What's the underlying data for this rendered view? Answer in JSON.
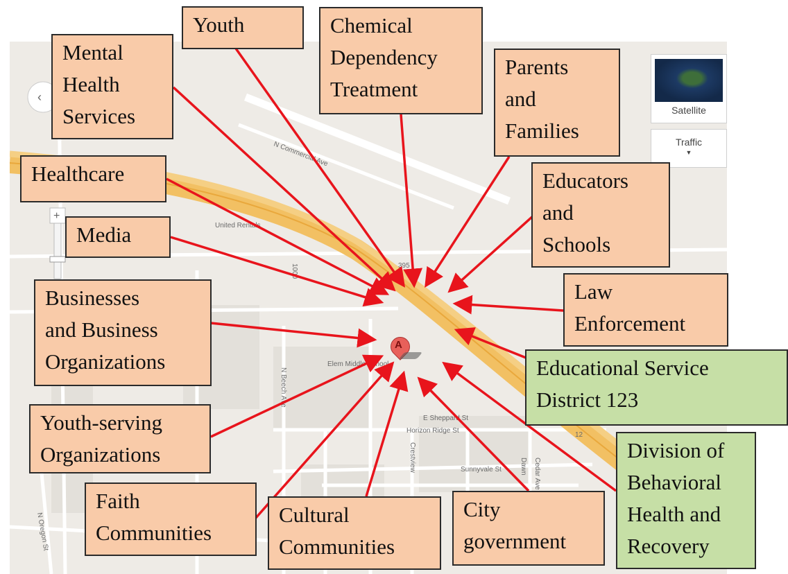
{
  "stakeholders": [
    {
      "label": "Youth"
    },
    {
      "label": "Mental\nHealth\nServices"
    },
    {
      "label": "Chemical\nDependency\nTreatment"
    },
    {
      "label": "Parents\nand\nFamilies"
    },
    {
      "label": "Healthcare"
    },
    {
      "label": "Educators\nand\nSchools"
    },
    {
      "label": "Media"
    },
    {
      "label": "Businesses\nand Business\nOrganizations"
    },
    {
      "label": "Law\nEnforcement"
    },
    {
      "label": "Educational Service\nDistrict 123"
    },
    {
      "label": "Youth-serving\nOrganizations"
    },
    {
      "label": "Division of\nBehavioral\nHealth and\nRecovery"
    },
    {
      "label": "Faith\nCommunities"
    },
    {
      "label": "Cultural\nCommunities"
    },
    {
      "label": "City\ngovernment"
    }
  ],
  "map": {
    "satellite_label": "Satellite",
    "traffic_label": "Traffic",
    "marker_letter": "A",
    "street_labels": [
      "N Commercial Ave",
      "N Beech Ave",
      "E Sheppard St",
      "Horizon Ridge St",
      "Sunnyvale St",
      "Crestview",
      "Cedar Ave",
      "Dawn",
      "N Oregon St",
      "United Rentals",
      "Elem Middle School",
      "12",
      "395",
      "1000"
    ]
  },
  "colors": {
    "stakeholder_fill": "#f9cba9",
    "state_agency_fill": "#c6dfa6",
    "arrow": "#e8141c",
    "highway": "#f2c063"
  }
}
